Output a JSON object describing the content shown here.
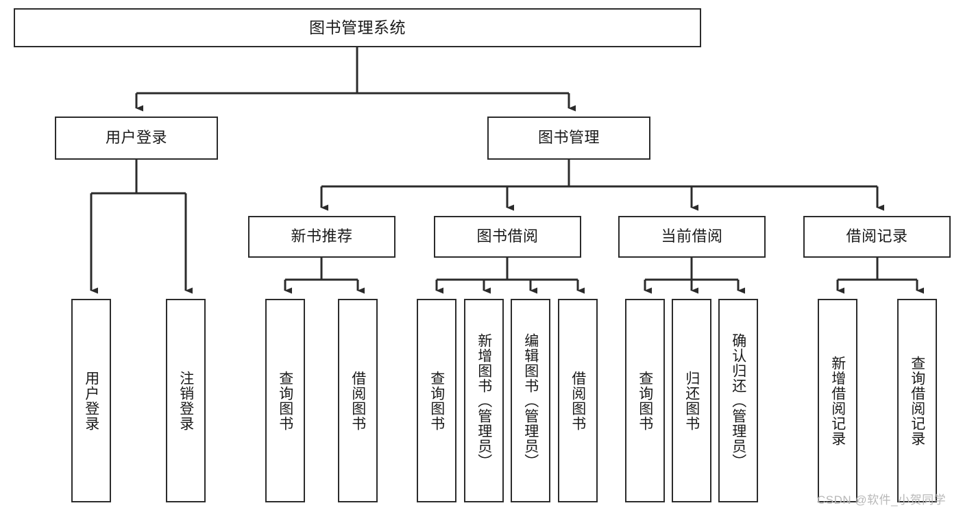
{
  "diagram": {
    "title": "图书管理系统",
    "type": "tree-hierarchy",
    "colors": {
      "box_border": "#2b2b2b",
      "box_fill": "#ffffff",
      "edge": "#2b2b2b",
      "text": "#1a1a1a",
      "watermark": "#b8b8b8"
    },
    "root": {
      "label": "图书管理系统"
    },
    "level1": [
      {
        "label": "用户登录"
      },
      {
        "label": "图书管理"
      }
    ],
    "level2": [
      {
        "label": "新书推荐"
      },
      {
        "label": "图书借阅"
      },
      {
        "label": "当前借阅"
      },
      {
        "label": "借阅记录"
      }
    ],
    "leaves": {
      "user_login": [
        {
          "label": "用户登录"
        },
        {
          "label": "注销登录"
        }
      ],
      "new_book_recommend": [
        {
          "label": "查询图书"
        },
        {
          "label": "借阅图书"
        }
      ],
      "book_borrow": [
        {
          "label": "查询图书"
        },
        {
          "label": "新增图书（管理员）"
        },
        {
          "label": "编辑图书（管理员）"
        },
        {
          "label": "借阅图书"
        }
      ],
      "current_borrow": [
        {
          "label": "查询图书"
        },
        {
          "label": "归还图书"
        },
        {
          "label": "确认归还（管理员）"
        }
      ],
      "borrow_record": [
        {
          "label": "新增借阅记录"
        },
        {
          "label": "查询借阅记录"
        }
      ]
    }
  },
  "watermark": {
    "text": "CSDN @软件_小贺同学"
  }
}
